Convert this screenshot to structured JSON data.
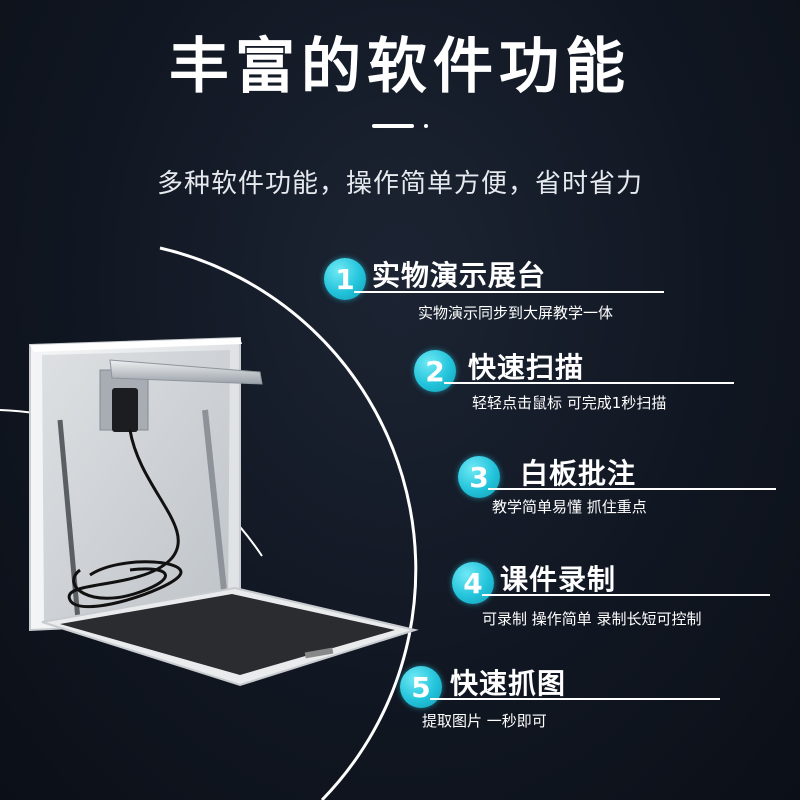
{
  "header": {
    "title": "丰富的软件功能",
    "subtitle": "多种软件功能，操作简单方便，省时省力"
  },
  "features": [
    {
      "number": "1",
      "title": "实物演示展台",
      "description": "实物演示同步到大屏教学一体"
    },
    {
      "number": "2",
      "title": "快速扫描",
      "description": "轻轻点击鼠标 可完成1秒扫描"
    },
    {
      "number": "3",
      "title": "白板批注",
      "description": "教学简单易懂 抓住重点"
    },
    {
      "number": "4",
      "title": "课件录制",
      "description": "可录制 操作简单 录制长短可控制"
    },
    {
      "number": "5",
      "title": "快速抓图",
      "description": "提取图片 一秒即可"
    }
  ],
  "colors": {
    "badge": "#22c3db",
    "background": "#111722",
    "text": "#ffffff"
  }
}
